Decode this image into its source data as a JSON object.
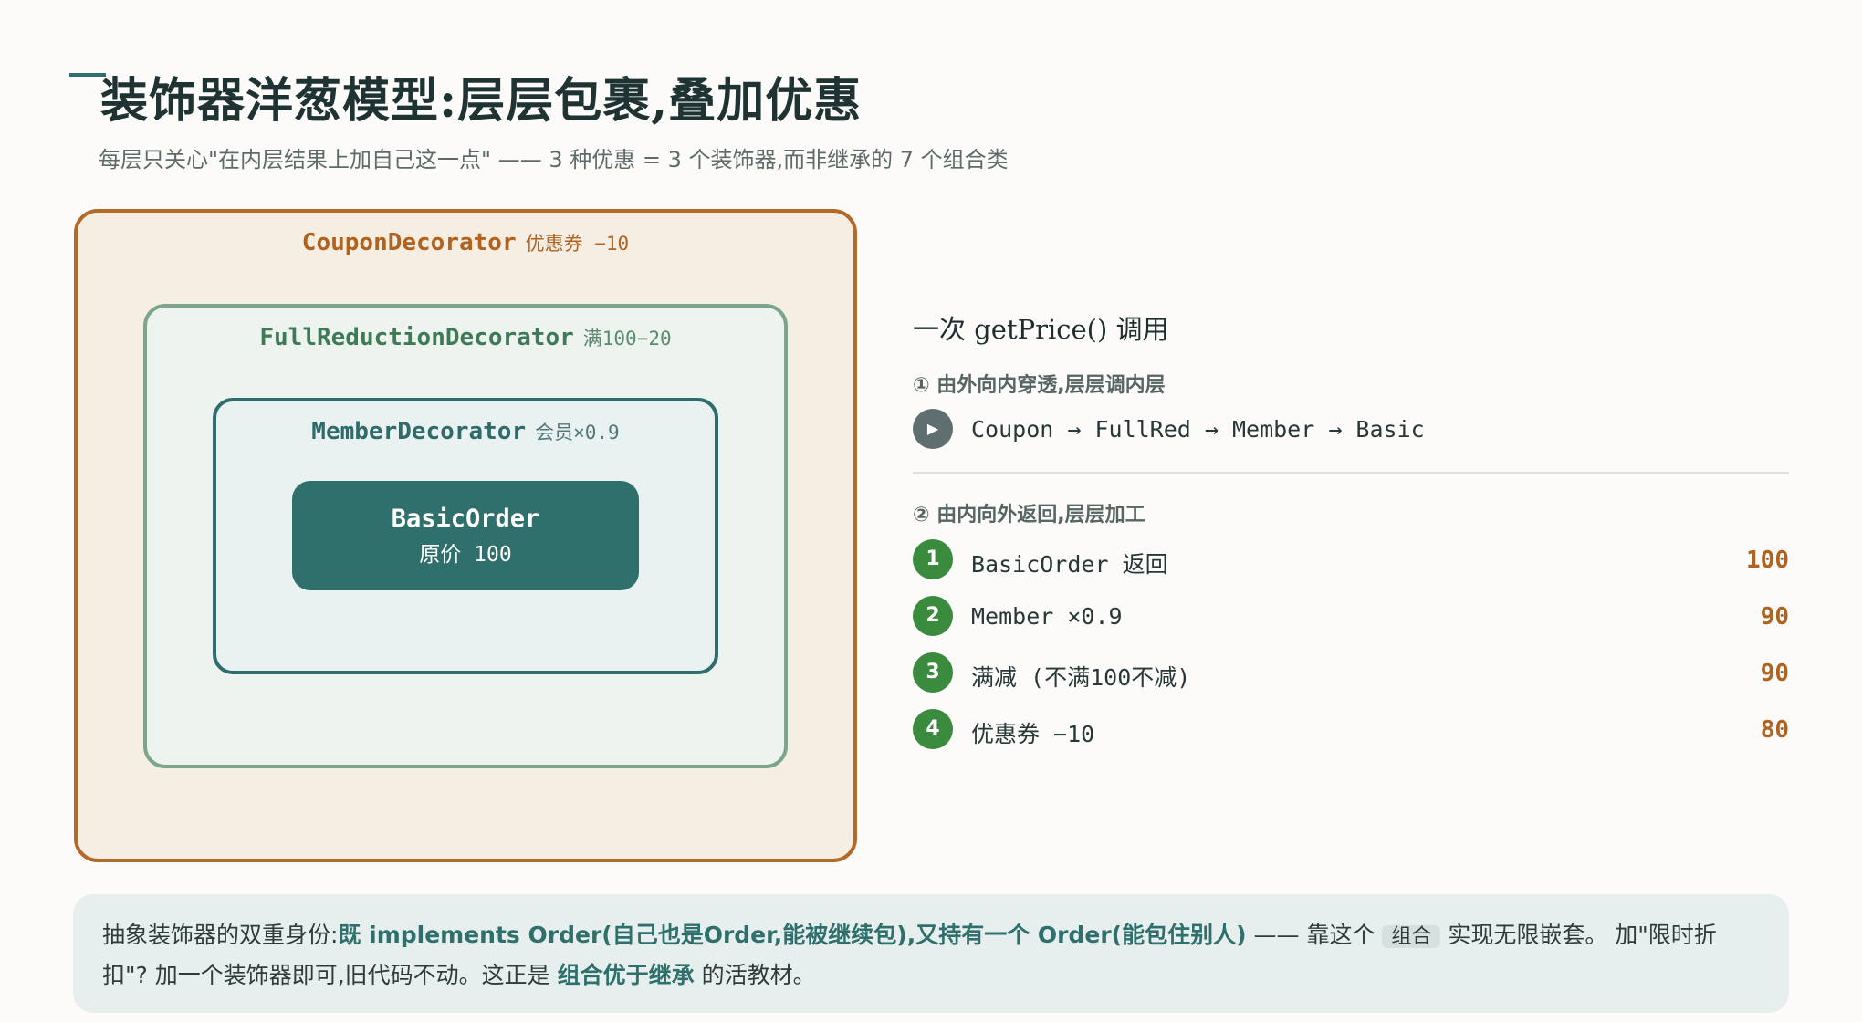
{
  "header": {
    "title": "装饰器洋葱模型:层层包裹,叠加优惠",
    "subtitle": "每层只关心\"在内层结果上加自己这一点\" —— 3 种优惠 = 3 个装饰器,而非继承的 7 个组合类"
  },
  "diagram": {
    "coupon": {
      "name": "CouponDecorator",
      "note": "优惠券 −10"
    },
    "full_reduction": {
      "name": "FullReductionDecorator",
      "note": "满100−20"
    },
    "member": {
      "name": "MemberDecorator",
      "note": "会员×0.9"
    },
    "basic": {
      "name": "BasicOrder",
      "price": "原价 100"
    }
  },
  "call": {
    "title": "一次 getPrice() 调用",
    "step1_heading": "① 由外向内穿透,层层调内层",
    "path": "Coupon → FullRed → Member → Basic",
    "step2_heading": "② 由内向外返回,层层加工",
    "returns": [
      {
        "num": "1",
        "label": "BasicOrder 返回",
        "value": "100"
      },
      {
        "num": "2",
        "label": "Member ×0.9",
        "value": "90"
      },
      {
        "num": "3",
        "label": "满减 (不满100不减)",
        "value": "90"
      },
      {
        "num": "4",
        "label": "优惠券 −10",
        "value": "80"
      }
    ]
  },
  "note": {
    "p1": "抽象装饰器的双重身份:",
    "h1": "既 implements Order(自己也是Order,能被继续包),又持有一个 Order(能包住别人)",
    "p2": " —— 靠这个 ",
    "chip": "组合",
    "p3": " 实现无限嵌套。 加\"限时折扣\"? 加一个装饰器即可,旧代码不动。这正是 ",
    "h2": "组合优于继承",
    "p4": " 的活教材。"
  },
  "colors": {
    "coupon": "#b26a28",
    "full_reduction": "#7aa68c",
    "member": "#2f6d6d",
    "basic": "#2f6f6c",
    "step_badge": "#3a8b3e",
    "value": "#b0621f"
  },
  "icons": {
    "play": "play-icon"
  }
}
